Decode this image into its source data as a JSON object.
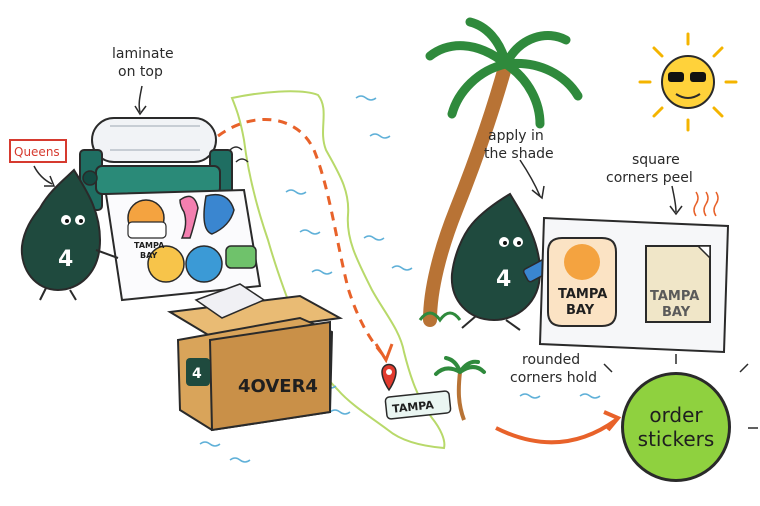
{
  "annotations": {
    "laminate_line1": "laminate",
    "laminate_line2": "on top",
    "shade_line1": "apply in",
    "shade_line2": "the shade",
    "square_line1": "square",
    "square_line2": "corners peel",
    "rounded_line1": "rounded",
    "rounded_line2": "corners hold"
  },
  "labels": {
    "queens_sign": "Queens",
    "mascot_number": "4",
    "box_brand": "4OVER4",
    "box_number": "4",
    "map_pin_city": "TAMPA",
    "sticker_tampa_line1": "TAMPA",
    "sticker_tampa_line2": "BAY",
    "rounded_sticker_line1": "TAMPA",
    "rounded_sticker_line2": "BAY",
    "square_sticker_line1": "TAMPA",
    "square_sticker_line2": "BAY"
  },
  "cta": {
    "order_line1": "order",
    "order_line2": "stickers"
  },
  "colors": {
    "mascot": "#1f4a3e",
    "cta_green": "#8fd13f",
    "route_orange": "#e8622a",
    "sun": "#ffd23a",
    "box": "#d9a45a",
    "coast": "#c9e36a"
  }
}
